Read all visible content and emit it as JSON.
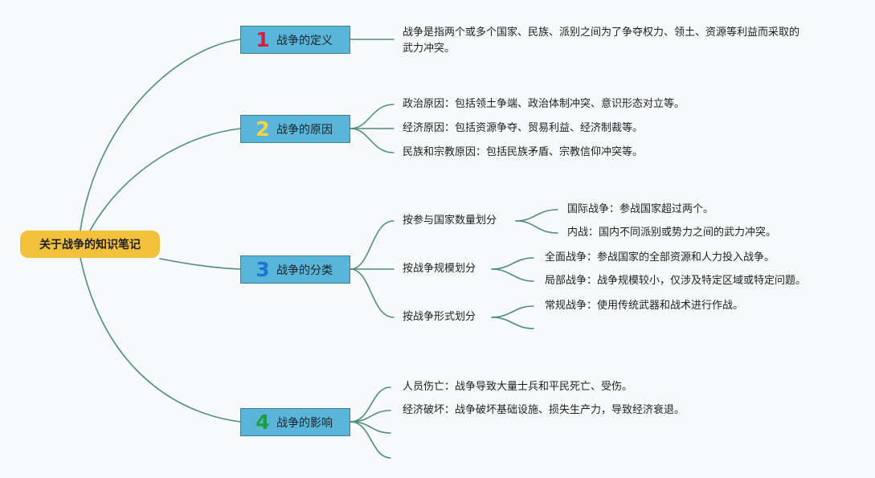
{
  "root": {
    "label": "关于战争的知识笔记"
  },
  "topics": [
    {
      "num": "1",
      "label": "战争的定义"
    },
    {
      "num": "2",
      "label": "战争的原因"
    },
    {
      "num": "3",
      "label": "战争的分类"
    },
    {
      "num": "4",
      "label": "战争的影响"
    }
  ],
  "definition": {
    "text": "战争是指两个或多个国家、民族、派别之间为了争夺权力、领土、资源等利益而采取的武力冲突。"
  },
  "causes": [
    "政治原因：包括领土争端、政治体制冲突、意识形态对立等。",
    "经济原因：包括资源争夺、贸易利益、经济制裁等。",
    "民族和宗教原因：包括民族矛盾、宗教信仰冲突等。"
  ],
  "classification": [
    {
      "label": "按参与国家数量划分",
      "items": [
        "国际战争：参战国家超过两个。",
        "内战：国内不同派别或势力之间的武力冲突。"
      ]
    },
    {
      "label": "按战争规模划分",
      "items": [
        "全面战争：参战国家的全部资源和人力投入战争。",
        "局部战争：战争规模较小，仅涉及特定区域或特定问题。"
      ]
    },
    {
      "label": "按战争形式划分",
      "items": [
        "常规战争：使用传统武器和战术进行作战。"
      ]
    }
  ],
  "impacts": [
    "人员伤亡：战争导致大量士兵和平民死亡、受伤。",
    "经济破坏：战争破坏基础设施、损失生产力，导致经济衰退。"
  ]
}
